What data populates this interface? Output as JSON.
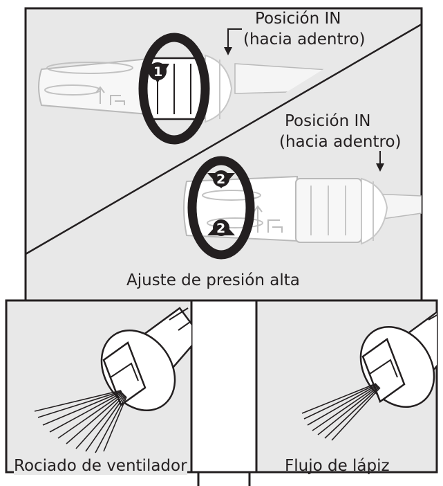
{
  "labels": {
    "in_position_top": "Posición IN",
    "in_position_top_sub": "(hacia adentro)",
    "in_position_mid": "Posición IN",
    "in_position_mid_sub": "(hacia adentro)",
    "step_1": "1",
    "step_2a": "2",
    "step_2b": "2",
    "high_pressure_caption": "Ajuste de presión alta",
    "fan_spray_caption": "Rociado de ventilador",
    "pencil_flow_caption": "Flujo de lápiz"
  },
  "colors": {
    "panel_bg": "#e8e8e8",
    "outline": "#231f20",
    "arrow_fill": "#231f20",
    "white": "#ffffff"
  }
}
